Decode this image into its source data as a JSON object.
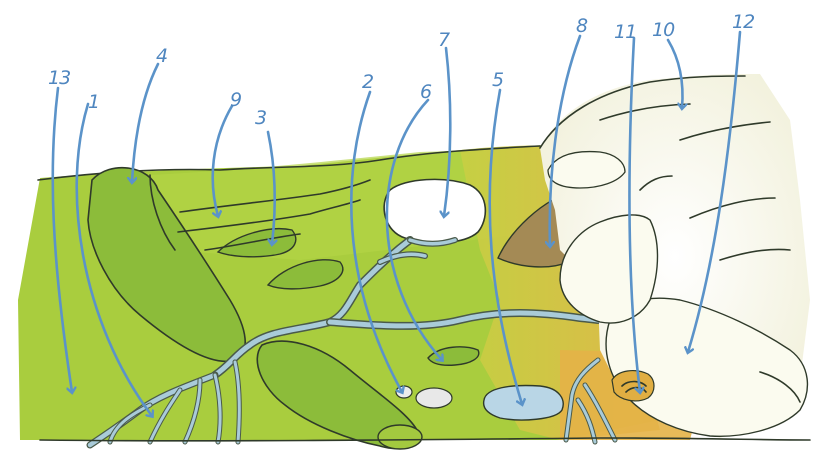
{
  "diagram": {
    "labels": [
      {
        "id": "13",
        "text": "13"
      },
      {
        "id": "1",
        "text": "1"
      },
      {
        "id": "4",
        "text": "4"
      },
      {
        "id": "9",
        "text": "9"
      },
      {
        "id": "3",
        "text": "3"
      },
      {
        "id": "2",
        "text": "2"
      },
      {
        "id": "6",
        "text": "6"
      },
      {
        "id": "7",
        "text": "7"
      },
      {
        "id": "5",
        "text": "5"
      },
      {
        "id": "8",
        "text": "8"
      },
      {
        "id": "11",
        "text": "11"
      },
      {
        "id": "10",
        "text": "10"
      },
      {
        "id": "12",
        "text": "12"
      }
    ],
    "colors": {
      "plain": "#a9cd3e",
      "plain_light": "#b9d84a",
      "hill": "#8cba3a",
      "desert": "#e3b84a",
      "scree": "#a48a55",
      "water": "#a9cbd9",
      "lake": "#b9d6e6",
      "glacier": "#fbfbf2",
      "label": "#4f86bf"
    }
  }
}
